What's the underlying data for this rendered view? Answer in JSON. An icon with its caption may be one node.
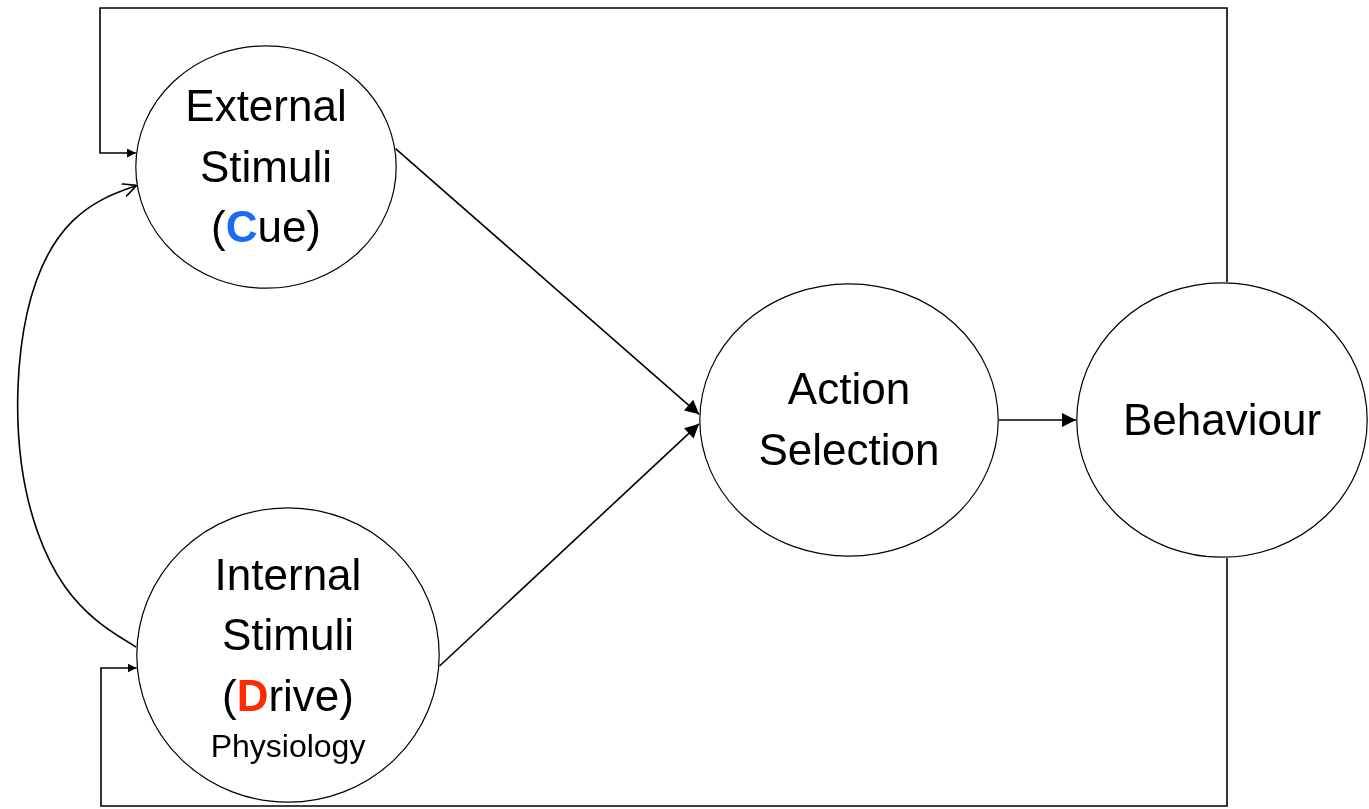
{
  "diagram": {
    "nodes": [
      {
        "text": [
          "External Stimuli (**C**ue)"
        ]
      },
      {
        "text": [
          "Internal Stimuli (**D**rive)",
          "Physiology"
        ]
      },
      {
        "text": [
          "Action Selection"
        ]
      },
      {
        "text": [
          "Behaviour"
        ]
      }
    ],
    "edges": [
      {
        "from": 0,
        "to": 2,
        "arrow": "to"
      },
      {
        "from": 1,
        "to": 2,
        "arrow": "to"
      },
      {
        "from": 2,
        "to": 3,
        "arrow": "to"
      },
      {
        "from": 3,
        "to": 0,
        "arrow": "to"
      },
      {
        "from": 3,
        "to": 1,
        "arrow": "to"
      },
      {
        "from": 1,
        "to": 0,
        "arrow": "to"
      }
    ]
  }
}
